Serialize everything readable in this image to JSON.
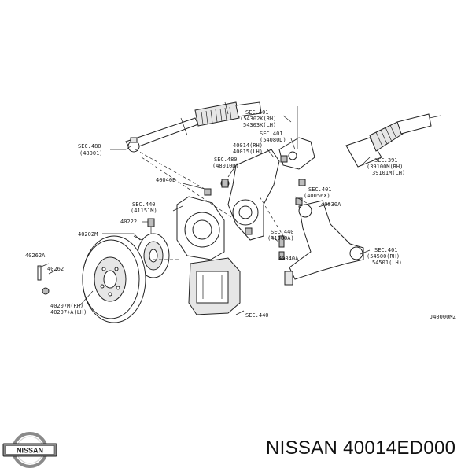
{
  "diagram": {
    "code": "J40000MZ",
    "labels": {
      "sec480_top": "SEC.480",
      "p48001": "(48001)",
      "sec401_top": "SEC.401",
      "p54302k": "(54302K(RH)",
      "p54303k": "54303K(LH)",
      "sec401_b": "SEC.401",
      "p54080d": "(54080D)",
      "p40014": "40014(RH)",
      "p40015": "40015(LH)",
      "sec391": "SEC.391",
      "p39100m": "(39100M(RH)",
      "p39101m": "39101M(LH)",
      "sec480_mid": "SEC.480",
      "p48010d": "(48010D)",
      "p40040b": "40040B",
      "sec401_mid": "SEC.401",
      "p40056x": "(40056X)",
      "p40030a": "40030A",
      "sec440_a": "SEC.440",
      "p41151m": "(41151M)",
      "p40222": "40222",
      "p40202m": "40202M",
      "sec440_b": "SEC.440",
      "p41000a": "(41000A)",
      "sec401_right": "SEC.401",
      "p54500": "(54500(RH)",
      "p54501": "54501(LH)",
      "p40262a": "40262A",
      "p40262": "40262",
      "p40040a": "40040A",
      "p40207m": "40207M(RH)",
      "p40207ml": "40207+A(LH)",
      "sec440_c": "SEC.440"
    }
  },
  "brand": {
    "logo_text": "NISSAN",
    "colors": {
      "logo_grey": "#8a8a8a",
      "logo_dark": "#222222"
    }
  },
  "footer": {
    "part_title": "NISSAN 40014ED000"
  }
}
